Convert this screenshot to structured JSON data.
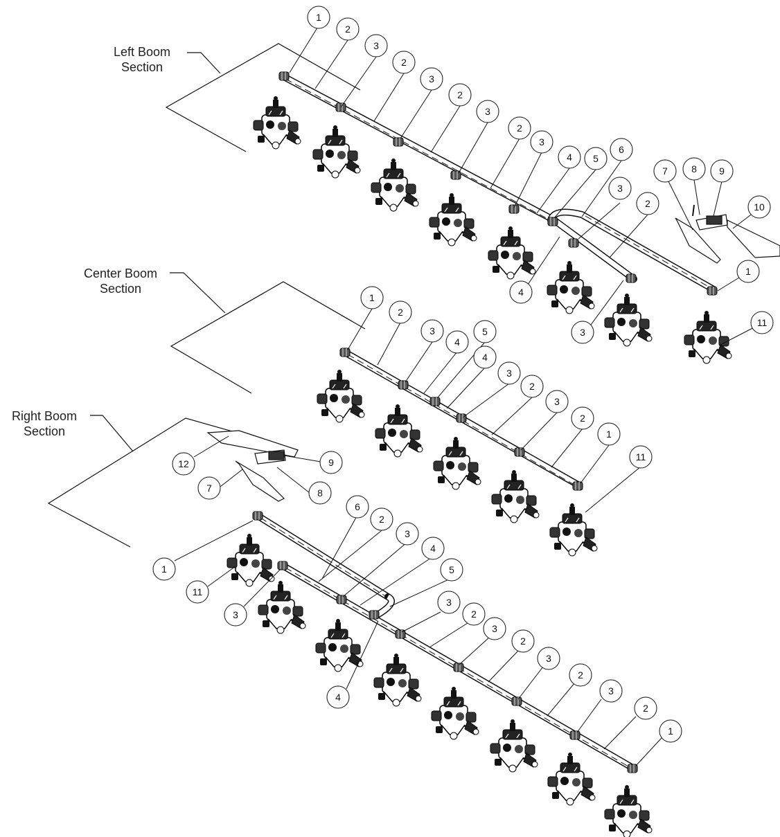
{
  "sections": {
    "left": {
      "line1": "Left Boom",
      "line2": "Section"
    },
    "center": {
      "line1": "Center Boom",
      "line2": "Section"
    },
    "right": {
      "line1": "Right Boom",
      "line2": "Section"
    }
  },
  "callouts": {
    "left": [
      "1",
      "2",
      "3",
      "2",
      "3",
      "2",
      "3",
      "2",
      "3",
      "4",
      "5",
      "6",
      "3",
      "2",
      "4",
      "3",
      "1",
      "7",
      "8",
      "9",
      "10",
      "11"
    ],
    "center": [
      "1",
      "2",
      "3",
      "4",
      "5",
      "4",
      "3",
      "2",
      "3",
      "2",
      "1",
      "11"
    ],
    "right": [
      "12",
      "9",
      "7",
      "8",
      "1",
      "11",
      "3",
      "6",
      "2",
      "3",
      "4",
      "5",
      "4",
      "3",
      "2",
      "3",
      "2",
      "3",
      "2",
      "3",
      "2",
      "1"
    ]
  },
  "icons": {
    "valve": "nozzle-valve-body-icon",
    "bracket": "mounting-bracket-icon"
  },
  "colors": {
    "line": "#111111",
    "callout_fill": "#ffffff"
  }
}
